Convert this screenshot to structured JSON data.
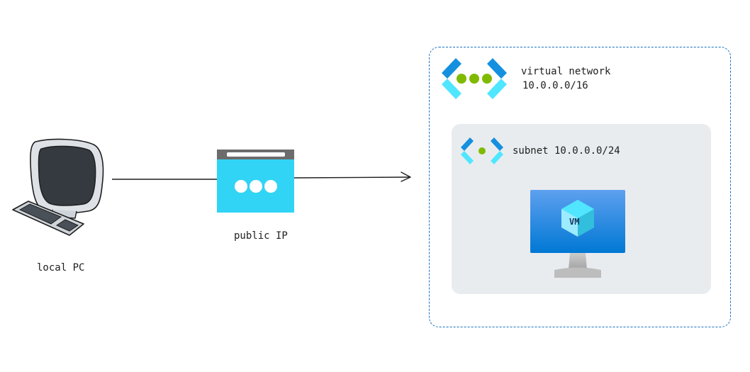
{
  "nodes": {
    "local_pc": {
      "label": "local PC",
      "icon": "desktop-computer-icon"
    },
    "public_ip": {
      "label": "public IP",
      "icon": "public-ip-icon"
    },
    "vnet": {
      "label_line1": "virtual network",
      "label_line2": "10.0.0.0/16",
      "icon": "virtual-network-icon"
    },
    "subnet": {
      "label": "subnet 10.0.0.0/24",
      "icon": "subnet-icon"
    },
    "vm": {
      "label": "VM",
      "icon": "virtual-machine-icon"
    }
  },
  "edges": [
    {
      "from": "local_pc",
      "to": "public_ip"
    },
    {
      "from": "public_ip",
      "to": "vnet"
    }
  ],
  "colors": {
    "azure_blue": "#1971c2",
    "azure_cyan": "#50e6ff",
    "azure_green": "#7fba00",
    "subnet_fill": "#e9ecef",
    "pc_screen": "#343a40"
  }
}
